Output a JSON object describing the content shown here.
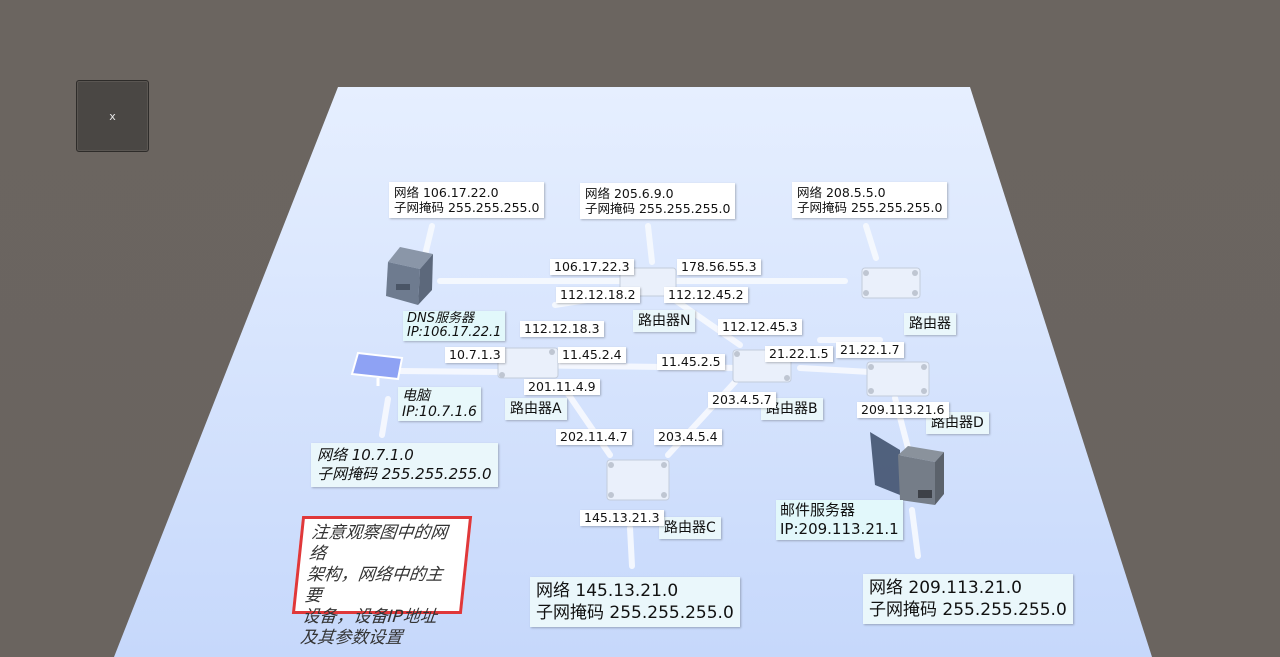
{
  "close_button": {
    "label": "x"
  },
  "networks": {
    "n106": {
      "net": "网络 106.17.22.0",
      "mask": "子网掩码 255.255.255.0"
    },
    "n205": {
      "net": "网络 205.6.9.0",
      "mask": "子网掩码 255.255.255.0"
    },
    "n208": {
      "net": "网络 208.5.5.0",
      "mask": "子网掩码 255.255.255.0"
    },
    "n10": {
      "net": "网络 10.7.1.0",
      "mask": "子网掩码 255.255.255.0"
    },
    "n145": {
      "net": "网络 145.13.21.0",
      "mask": "子网掩码 255.255.255.0"
    },
    "n209": {
      "net": "网络 209.113.21.0",
      "mask": "子网掩码 255.255.255.0"
    }
  },
  "devices": {
    "dns": {
      "name": "DNS服务器",
      "ip": "IP:106.17.22.1"
    },
    "pc": {
      "name": "电脑",
      "ip": "IP:10.7.1.6"
    },
    "mail": {
      "name": "邮件服务器",
      "ip": "IP:209.113.21.1"
    }
  },
  "routers": {
    "n": "路由器N",
    "a": "路由器A",
    "b": "路由器B",
    "c": "路由器C",
    "d": "路由器D",
    "e": "路由器"
  },
  "ips": {
    "rn_1": "106.17.22.3",
    "rn_2": "178.56.55.3",
    "rn_3": "112.12.18.2",
    "rn_4": "112.12.45.2",
    "ra_1": "112.12.18.3",
    "ra_2": "10.7.1.3",
    "ra_3": "11.45.2.4",
    "ra_4": "201.11.4.9",
    "rb_1": "112.12.45.3",
    "rb_2": "21.22.1.5",
    "rb_3": "11.45.2.5",
    "rb_4": "203.4.5.7",
    "rd_1": "21.22.1.7",
    "rd_2": "209.113.21.6",
    "rc_1": "202.11.4.7",
    "rc_2": "203.4.5.4",
    "rc_3": "145.13.21.3"
  },
  "note": {
    "lines": [
      "注意观察图中的网络",
      "架构，网络中的主要",
      "设备，设备IP地址",
      "及其参数设置"
    ]
  },
  "colors": {
    "background": "#6a645f",
    "board": "#cfdffb",
    "note_border": "#e0383a"
  }
}
